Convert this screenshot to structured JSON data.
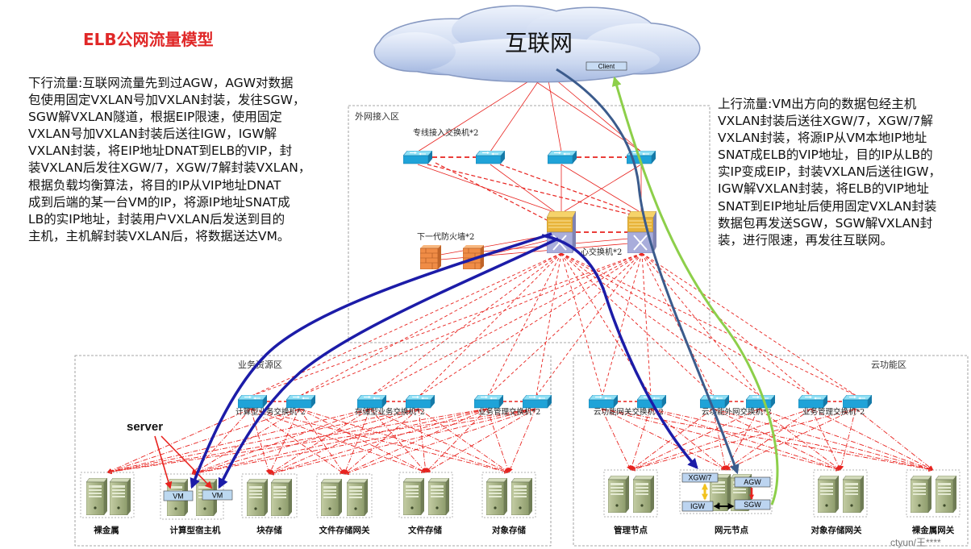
{
  "title": "ELB公网流量模型",
  "downlink_text": [
    "下行流量:互联网流量先到过AGW，AGW对数据",
    "包使用固定VXLAN号加VXLAN封装，发往SGW，",
    "SGW解VXLAN隧道，根据EIP限速，使用固定",
    "VXLAN号加VXLAN封装后送往IGW，IGW解",
    "VXLAN封装，将EIP地址DNAT到ELB的VIP，封",
    "装VXLAN后发往XGW/7，XGW/7解封装VXLAN，",
    "根据负载均衡算法，将目的IP从VIP地址DNAT",
    "成到后端的某一台VM的IP，将源IP地址SNAT成",
    "LB的实IP地址，封装用户VXLAN后发送到目的",
    "主机，主机解封装VXLAN后，将数据送达VM。"
  ],
  "uplink_text": [
    "上行流量:VM出方向的数据包经主机",
    "VXLAN封装后送往XGW/7，XGW/7解",
    "VXLAN封装，将源IP从VM本地IP地址",
    "SNAT成ELB的VIP地址，目的IP从LB的",
    "实IP变成EIP，封装VXLAN后送往IGW，",
    "IGW解VXLAN封装，将ELB的VIP地址",
    "SNAT到EIP地址后使用固定VXLAN封装",
    "数据包再发送SGW，SGW解VXLAN封",
    "装，进行限速，再发往互联网。"
  ],
  "internet": {
    "label": "互联网",
    "client": "Client"
  },
  "external_zone": {
    "title": "外网接入区",
    "dedicated_switch_label": "专线接入交换机*2",
    "firewall_label": "下一代防火墙*2",
    "core_switch_label": "心交换机*2"
  },
  "business_zone": {
    "title": "业务资源区",
    "switch_labels": [
      "计算型业务交换机*2",
      "存储型业务交换机*2",
      "业务管理交换机*2"
    ],
    "server_label": "server",
    "vm_labels": [
      "VM",
      "VM"
    ],
    "server_groups": [
      "裸金属",
      "计算型宿主机",
      "块存储",
      "文件存储网关",
      "文件存储",
      "对象存储"
    ]
  },
  "cloud_zone": {
    "title": "云功能区",
    "switch_labels": [
      "云功能网关交换机*2",
      "云功能外网交换机*2",
      "业务管理交换机*2"
    ],
    "server_groups": [
      "管理节点",
      "网元节点",
      "对象存储网关",
      "裸金属网关"
    ],
    "gateways": {
      "xgw": "XGW/7",
      "agw": "AGW",
      "igw": "IGW",
      "sgw": "SGW"
    }
  },
  "colors": {
    "title": "#e02828",
    "link": "#e8231f",
    "path_dark_blue": "#1c1ca8",
    "path_slate_blue": "#3b5b8c",
    "path_green": "#8dcf4a",
    "box_fill": "#bcd4f0"
  },
  "watermark": "ctyun/王****"
}
